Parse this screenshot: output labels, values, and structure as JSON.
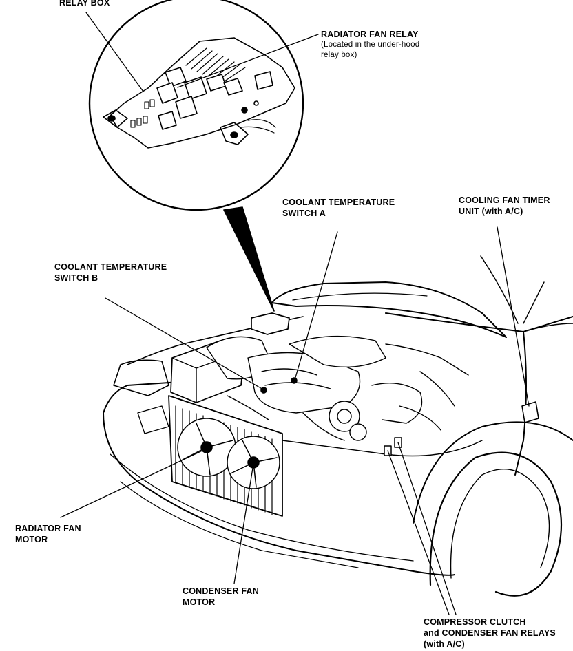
{
  "labels": {
    "relay_box": "RELAY BOX",
    "radiator_fan_relay": {
      "title": "RADIATOR FAN RELAY",
      "note_line1": "(Located in the under-hood",
      "note_line2": "relay box)"
    },
    "coolant_temp_switch_a": {
      "line1": "COOLANT TEMPERATURE",
      "line2": "SWITCH A"
    },
    "cooling_fan_timer_unit": {
      "line1": "COOLING FAN TIMER",
      "line2": "UNIT (with A/C)"
    },
    "coolant_temp_switch_b": {
      "line1": "COOLANT TEMPERATURE",
      "line2": "SWITCH B"
    },
    "radiator_fan_motor": {
      "line1": "RADIATOR FAN",
      "line2": "MOTOR"
    },
    "condenser_fan_motor": {
      "line1": "CONDENSER FAN",
      "line2": "MOTOR"
    },
    "compressor_clutch_relays": {
      "line1": "COMPRESSOR CLUTCH",
      "line2": "and CONDENSER FAN RELAYS",
      "line3": "(with A/C)"
    }
  },
  "colors": {
    "ink": "#000000",
    "paper": "#ffffff"
  }
}
